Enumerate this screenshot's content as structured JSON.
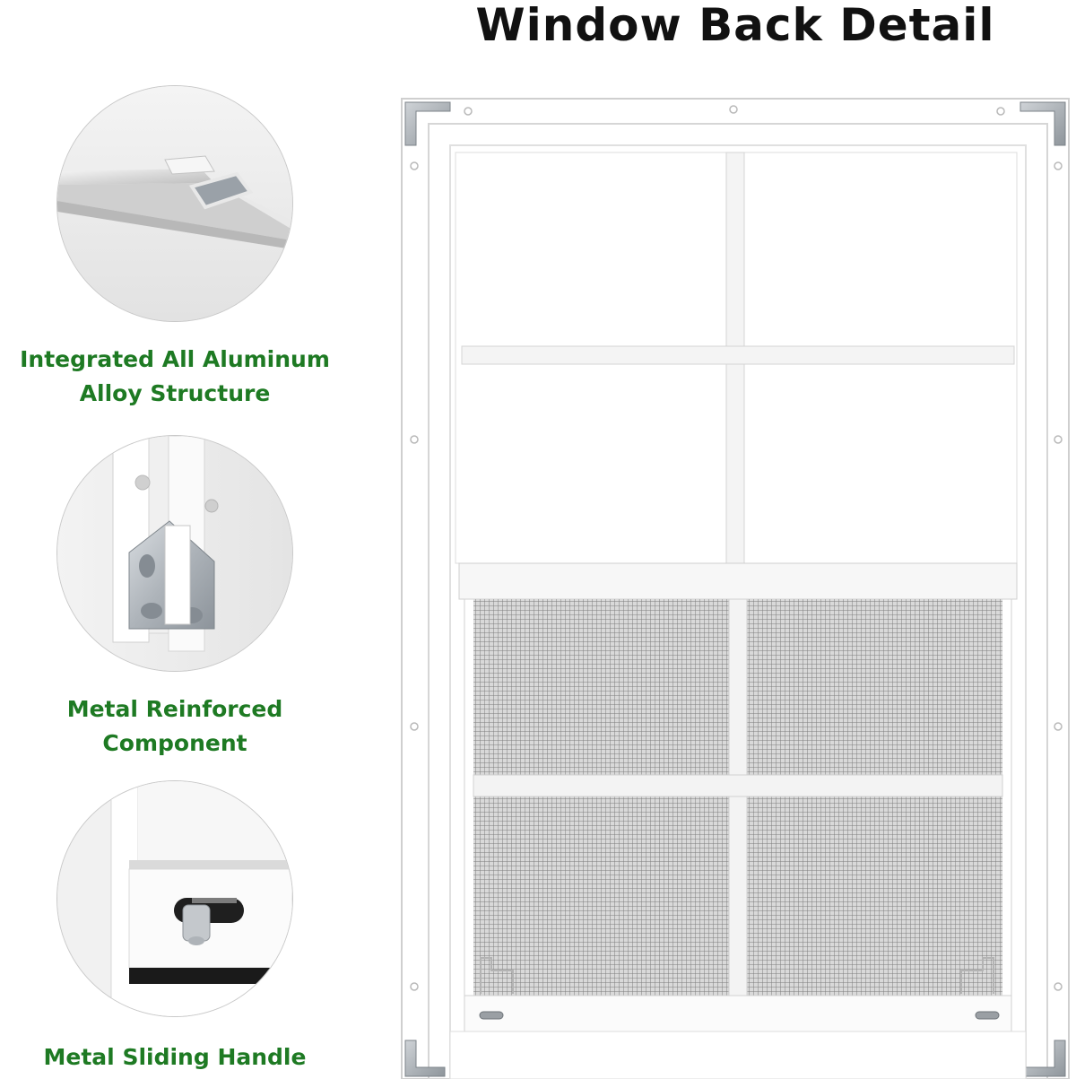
{
  "title": "Window Back Detail",
  "features": [
    {
      "icon": "aluminum-profile-icon",
      "lines": [
        "Integrated All Aluminum",
        "Alloy Structure"
      ]
    },
    {
      "icon": "metal-bracket-icon",
      "lines": [
        "Metal Reinforced",
        "Component"
      ]
    },
    {
      "icon": "sliding-handle-icon",
      "lines": [
        "Metal Sliding Handle"
      ]
    }
  ],
  "colors": {
    "caption": "#1e7a23",
    "title": "#111111",
    "frame": "#ffffff",
    "frame_shadow": "#d4d4d4",
    "mesh": "#8f8f8f",
    "bracket": "#a9adb2"
  }
}
